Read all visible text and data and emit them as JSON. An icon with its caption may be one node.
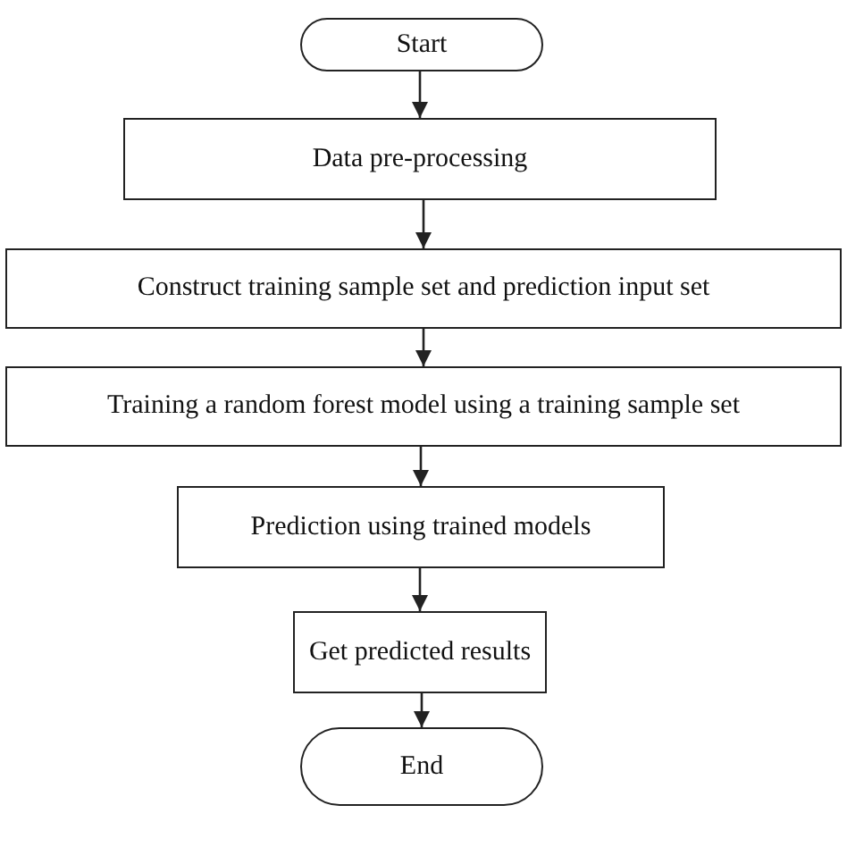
{
  "diagram": {
    "nodes": [
      {
        "text": [
          "Start"
        ]
      },
      {
        "text": [
          "Data pre-processing"
        ]
      },
      {
        "text": [
          "Construct training sample set and prediction input set"
        ]
      },
      {
        "text": [
          "Training a random forest model using a training sample set"
        ]
      },
      {
        "text": [
          "Prediction using trained models"
        ]
      },
      {
        "text": [
          "Get predicted results"
        ]
      },
      {
        "text": [
          "End"
        ]
      }
    ],
    "edges": [
      {
        "from": 0,
        "to": 1,
        "arrow": "to"
      },
      {
        "from": 1,
        "to": 2,
        "arrow": "to"
      },
      {
        "from": 2,
        "to": 3,
        "arrow": "to"
      },
      {
        "from": 3,
        "to": 4,
        "arrow": "to"
      },
      {
        "from": 4,
        "to": 5,
        "arrow": "to"
      },
      {
        "from": 5,
        "to": 6,
        "arrow": "to"
      }
    ]
  }
}
